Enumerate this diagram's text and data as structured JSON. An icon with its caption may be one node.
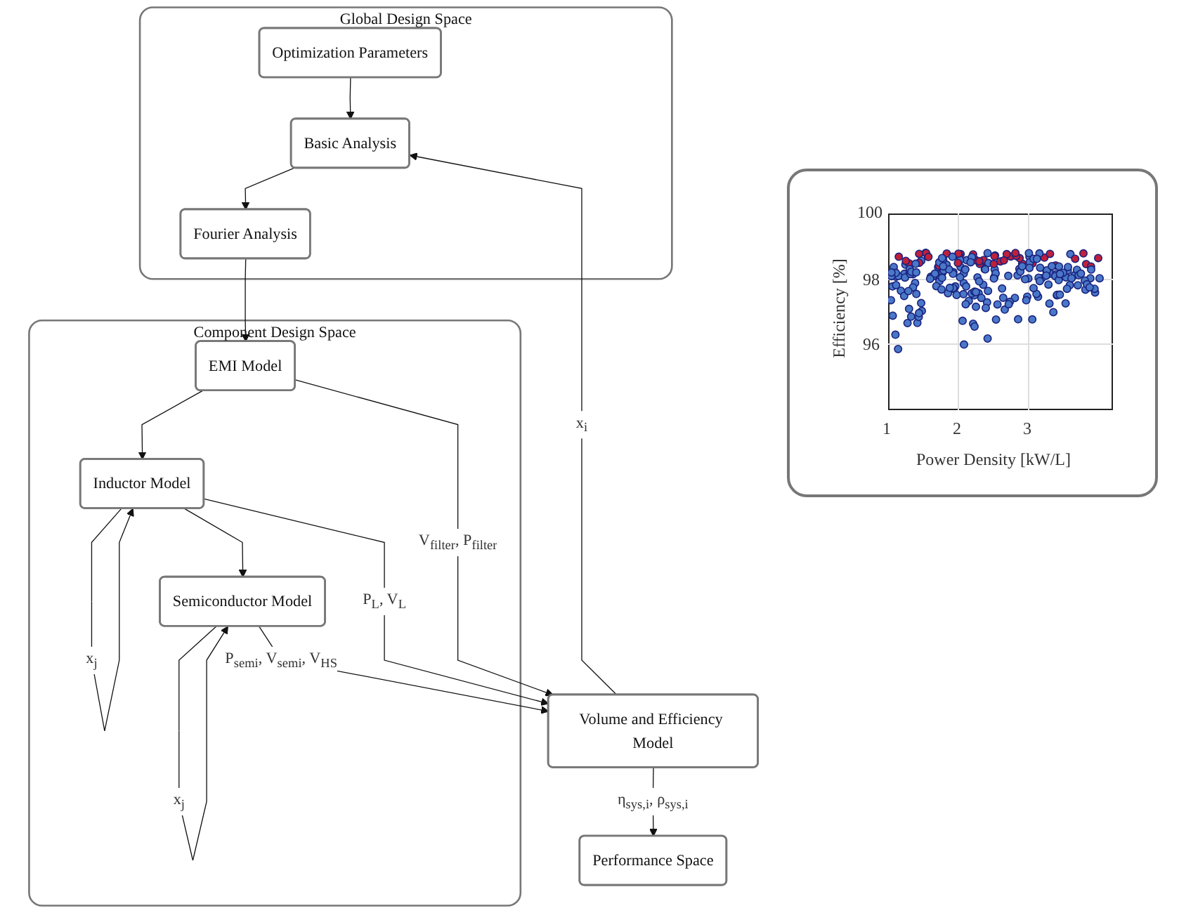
{
  "diagram": {
    "nodes": [
      {
        "text": [
          "Global Design Space"
        ]
      },
      {
        "text": [
          "Optimization Parameters"
        ],
        "in": 0
      },
      {
        "text": [
          "Basic Analysis"
        ],
        "in": 0
      },
      {
        "text": [
          "Fourier Analysis"
        ],
        "in": 0
      },
      {
        "text": [
          "Component Design Space"
        ]
      },
      {
        "text": [
          "EMI Model"
        ],
        "in": 4
      },
      {
        "text": [
          "Inductor Model"
        ],
        "in": 4
      },
      {
        "text": [
          "Semiconductor Model"
        ],
        "in": 4
      },
      {
        "text": [
          "Volume and Efficiency Model"
        ]
      },
      {
        "text": [
          "Performance Space"
        ]
      }
    ],
    "edges": [
      {
        "from": 1,
        "to": 2,
        "arrow": "to"
      },
      {
        "from": 2,
        "to": 3,
        "arrow": "to"
      },
      {
        "from": 3,
        "to": 5,
        "arrow": "to"
      },
      {
        "from": 5,
        "to": 6,
        "arrow": "to"
      },
      {
        "from": 6,
        "to": 7,
        "arrow": "to"
      },
      {
        "from": 6,
        "to": 6,
        "arrow": "to",
        "label": "x$_{j}$"
      },
      {
        "from": 7,
        "to": 7,
        "arrow": "to",
        "label": "x$_{j}$"
      },
      {
        "from": 7,
        "to": 8,
        "arrow": "to",
        "label": "P$_{semi}$, V$_{semi}$, V$_{HS}$"
      },
      {
        "from": 6,
        "to": 8,
        "arrow": "to",
        "label": "P$_{L}$, V$_{L}$"
      },
      {
        "from": 5,
        "to": 8,
        "arrow": "to",
        "label": "V$_{filter}$, P$_{filter}$"
      },
      {
        "from": 8,
        "to": 9,
        "arrow": "to",
        "label": "η$_{sys,i}$, ρ$_{sys,i}$"
      },
      {
        "from": 8,
        "to": 2,
        "arrow": "to",
        "label": "x$_{i}$"
      }
    ],
    "labels": [
      "100",
      "98",
      "96",
      "1",
      "2",
      "3",
      "Efficiency [%]",
      "Power Density [kW/L]"
    ]
  }
}
